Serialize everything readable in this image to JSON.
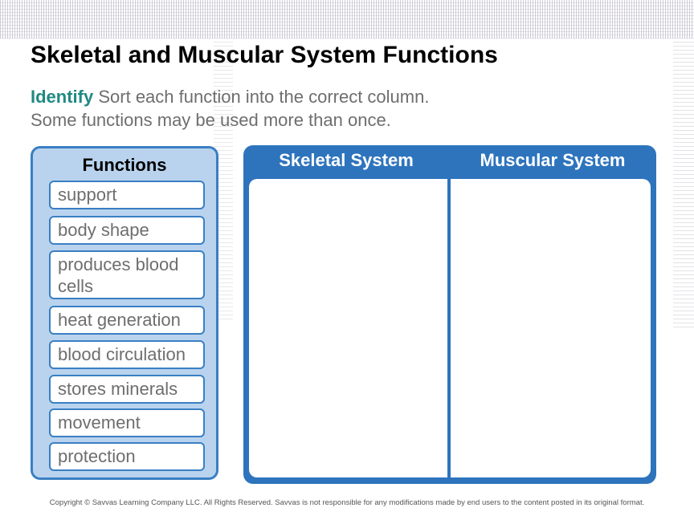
{
  "title": "Skeletal and Muscular System Functions",
  "instructions": {
    "keyword": "Identify",
    "line1": "Sort each function into the correct column.",
    "line2": "Some functions may be used more than once."
  },
  "functions_panel": {
    "heading": "Functions",
    "items": [
      "support",
      "body shape",
      "produces blood cells",
      "heat generation",
      "blood circulation",
      "stores minerals",
      "movement",
      "protection"
    ]
  },
  "sort_board": {
    "columns": [
      {
        "label": "Skeletal System"
      },
      {
        "label": "Muscular System"
      }
    ]
  },
  "footer": {
    "copyright": "Copyright © Savvas Learning Company LLC. All Rights Reserved. Savvas is not responsible for any modifications made by end users to the content posted in its original format."
  },
  "colors": {
    "panel_fill": "#b9d3ee",
    "accent_blue": "#2e74bd",
    "keyword_teal": "#1f8a82",
    "body_text_gray": "#6e6e6e"
  }
}
